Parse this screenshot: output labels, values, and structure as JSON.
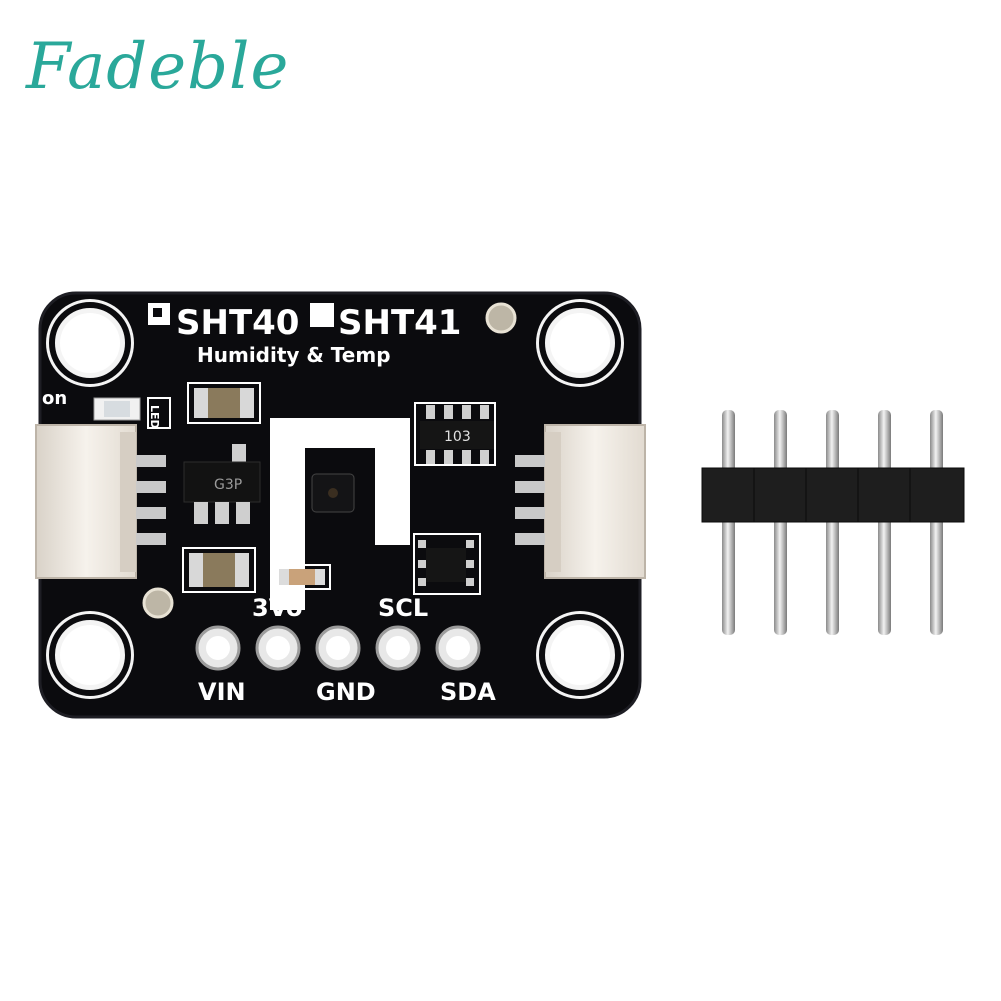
{
  "brand": {
    "watermark": "Fadeble"
  },
  "board": {
    "title_a": "SHT40",
    "title_b": "SHT41",
    "subtitle": "Humidity & Temp",
    "led_label": "on",
    "led_code": "LED",
    "ic_marking": "G3P",
    "resistor_marking": "103",
    "pin_labels_top": [
      "3Vo",
      "SCL"
    ],
    "pin_labels_bottom": [
      "VIN",
      "GND",
      "SDA"
    ]
  },
  "colors": {
    "pcb": "#0b0b0e",
    "silk": "#ffffff",
    "brand": "#2aa89a",
    "connector": "#ece7df",
    "header_plastic": "#161616"
  }
}
